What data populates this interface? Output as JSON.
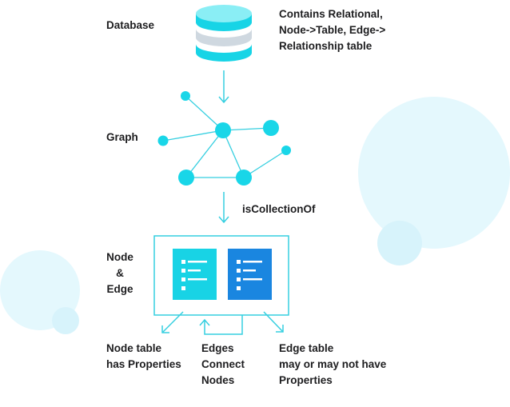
{
  "labels": {
    "database": "Database",
    "database_note": "Contains Relational,\nNode->Table, Edge->\nRelationship table",
    "graph": "Graph",
    "relation": "isCollectionOf",
    "node_edge": "Node\n&\nEdge",
    "node_table_note": "Node table\nhas Properties",
    "edges_note": "Edges\nConnect\nNodes",
    "edge_table_note": "Edge table\nmay or may not have\nProperties"
  },
  "colors": {
    "cyan_primary": "#17d4e6",
    "cyan_light": "#7deaf3",
    "blue_card": "#1a86e0",
    "arrow": "#35cfe0",
    "bubble": "#e4f8fd",
    "text": "#1d1d1f"
  },
  "icons": [
    "database-icon",
    "graph-icon",
    "node-table-card-icon",
    "edge-table-card-icon"
  ]
}
